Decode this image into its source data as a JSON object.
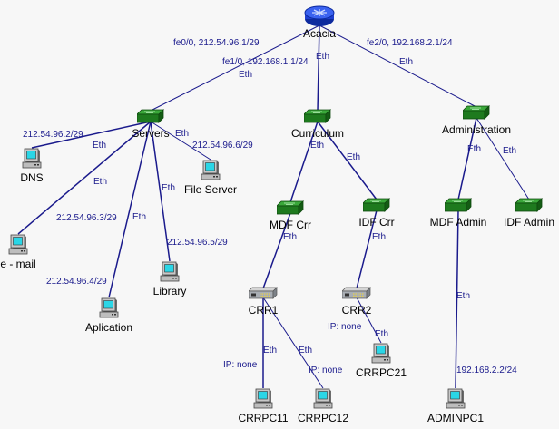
{
  "diagram": {
    "colors": {
      "link": "#1a1a8c",
      "label": "#1a1a8c",
      "switch": "#1e7a1e",
      "router": "#1e3fd0"
    },
    "nodes": [
      {
        "id": "acacia",
        "type": "router",
        "label": "Acacia"
      },
      {
        "id": "servers",
        "type": "switch",
        "label": "Servers"
      },
      {
        "id": "curriculum",
        "type": "switch",
        "label": "Curriculum"
      },
      {
        "id": "administration",
        "type": "switch",
        "label": "Administration"
      },
      {
        "id": "dns",
        "type": "pc",
        "label": "DNS"
      },
      {
        "id": "fileserver",
        "type": "pc",
        "label": "File Server"
      },
      {
        "id": "email",
        "type": "pc",
        "label": "e - mail"
      },
      {
        "id": "library",
        "type": "pc",
        "label": "Library"
      },
      {
        "id": "aplication",
        "type": "pc",
        "label": "Aplication"
      },
      {
        "id": "mdfcrr",
        "type": "switch",
        "label": "MDF Crr"
      },
      {
        "id": "idfcrr",
        "type": "switch",
        "label": "IDF Crr"
      },
      {
        "id": "mdfadmin",
        "type": "switch",
        "label": "MDF Admin"
      },
      {
        "id": "idfadmin",
        "type": "switch",
        "label": "IDF Admin"
      },
      {
        "id": "crr1",
        "type": "hub",
        "label": "CRR1"
      },
      {
        "id": "crr2",
        "type": "hub",
        "label": "CRR2"
      },
      {
        "id": "crrpc11",
        "type": "pc",
        "label": "CRRPC11"
      },
      {
        "id": "crrpc12",
        "type": "pc",
        "label": "CRRPC12"
      },
      {
        "id": "crrpc21",
        "type": "pc",
        "label": "CRRPC21"
      },
      {
        "id": "adminpc1",
        "type": "pc",
        "label": "ADMINPC1"
      }
    ],
    "links": [
      {
        "from": "acacia",
        "to": "servers",
        "media": "Eth",
        "ip": "fe0/0, 212.54.96.1/29"
      },
      {
        "from": "acacia",
        "to": "curriculum",
        "media": "Eth",
        "ip": "fe1/0, 192.168.1.1/24"
      },
      {
        "from": "acacia",
        "to": "administration",
        "media": "Eth",
        "ip": "fe2/0, 192.168.2.1/24"
      },
      {
        "from": "servers",
        "to": "dns",
        "media": "Eth",
        "ip": "212.54.96.2/29"
      },
      {
        "from": "servers",
        "to": "fileserver",
        "media": "Eth",
        "ip": "212.54.96.6/29"
      },
      {
        "from": "servers",
        "to": "email",
        "media": "Eth",
        "ip": "212.54.96.3/29"
      },
      {
        "from": "servers",
        "to": "library",
        "media": "Eth",
        "ip": "212.54.96.5/29"
      },
      {
        "from": "servers",
        "to": "aplication",
        "media": "Eth",
        "ip": "212.54.96.4/29"
      },
      {
        "from": "curriculum",
        "to": "mdfcrr",
        "media": "Eth",
        "ip": ""
      },
      {
        "from": "curriculum",
        "to": "idfcrr",
        "media": "Eth",
        "ip": ""
      },
      {
        "from": "mdfcrr",
        "to": "crr1",
        "media": "Eth",
        "ip": ""
      },
      {
        "from": "idfcrr",
        "to": "crr2",
        "media": "Eth",
        "ip": ""
      },
      {
        "from": "crr1",
        "to": "crrpc11",
        "media": "Eth",
        "ip": "IP: none"
      },
      {
        "from": "crr1",
        "to": "crrpc12",
        "media": "Eth",
        "ip": "IP: none"
      },
      {
        "from": "crr2",
        "to": "crrpc21",
        "media": "Eth",
        "ip": "IP: none"
      },
      {
        "from": "administration",
        "to": "mdfadmin",
        "media": "Eth",
        "ip": ""
      },
      {
        "from": "administration",
        "to": "idfadmin",
        "media": "Eth",
        "ip": ""
      },
      {
        "from": "mdfadmin",
        "to": "adminpc1",
        "media": "Eth",
        "ip": "192.168.2.2/24"
      }
    ]
  }
}
